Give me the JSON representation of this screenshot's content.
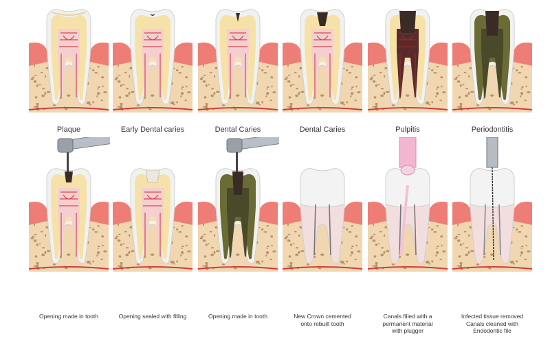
{
  "colors": {
    "enamel": "#f1f1ef",
    "dentin": "#f6e2a8",
    "pulp": "#f5cfcf",
    "nerve": "#d23a3a",
    "gum": "#ee7d76",
    "bone": "#f0d7b1",
    "bone_spot": "#a67d51",
    "decay": "#3b2b27",
    "infection": "#6a6b35",
    "filling": "#ece8e0",
    "crown": "#f3f3f3",
    "canal_fill": "#f5c1d6",
    "instrument": "#b9bfc7"
  },
  "row1": [
    {
      "caption": "Plaque",
      "stage": "plaque"
    },
    {
      "caption": "Early Dental caries",
      "stage": "early"
    },
    {
      "caption": "Dental Caries",
      "stage": "caries1"
    },
    {
      "caption": "Dental Caries",
      "stage": "caries2"
    },
    {
      "caption": "Pulpitis",
      "stage": "pulpitis"
    },
    {
      "caption": "Periodontitis",
      "stage": "periodontitis"
    }
  ],
  "row2": [
    {
      "caption_line1": "Opening made in tooth",
      "caption_line2": "",
      "caption_line3": "",
      "stage": "drill"
    },
    {
      "caption_line1": "Opening sealed with filling",
      "caption_line2": "",
      "caption_line3": "",
      "stage": "filled"
    },
    {
      "caption_line1": "Opening made in tooth",
      "caption_line2": "",
      "caption_line3": "",
      "stage": "drill-infected"
    },
    {
      "caption_line1": "New Crown cemented",
      "caption_line2": "onto rebuilt tooth",
      "caption_line3": "",
      "stage": "crown"
    },
    {
      "caption_line1": "Canals filled with a",
      "caption_line2": "permanent material",
      "caption_line3": "with plugger",
      "stage": "plugger"
    },
    {
      "caption_line1": "Infected tissue removed",
      "caption_line2": "Canals cleaned with",
      "caption_line3": "Endodontic file",
      "stage": "file"
    }
  ]
}
